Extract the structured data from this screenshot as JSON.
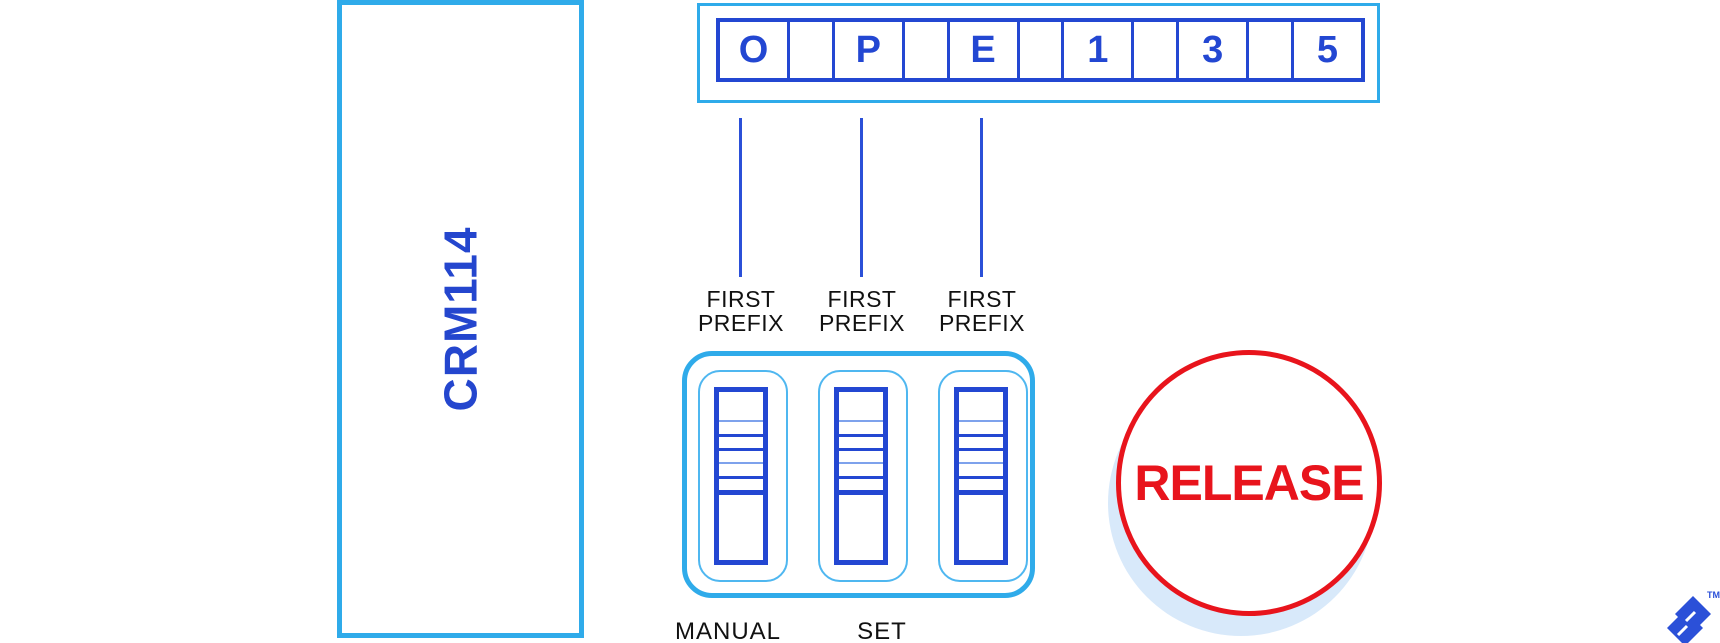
{
  "device": {
    "name_label": "CRM114",
    "code_cells": [
      "O",
      "",
      "P",
      "",
      "E",
      "",
      "1",
      "",
      "3",
      "",
      "5"
    ],
    "prefix_labels": [
      {
        "line1": "FIRST",
        "line2": "PREFIX"
      },
      {
        "line1": "FIRST",
        "line2": "PREFIX"
      },
      {
        "line1": "FIRST",
        "line2": "PREFIX"
      }
    ],
    "panel_labels": {
      "manual": "MANUAL",
      "set": "SET"
    },
    "release_label": "RELEASE"
  },
  "logo": {
    "trademark": "TM"
  },
  "colors": {
    "cyan_border": "#2FABEA",
    "royal_blue": "#2347D2",
    "line_blue": "#2B50D8",
    "well_blue": "#4FB7F0",
    "wheel_light_blue": "#7EA2EC",
    "release_red": "#E8141C",
    "shadow_blue": "#D8E9FA",
    "label_black": "#111111",
    "background": "#ffffff"
  }
}
